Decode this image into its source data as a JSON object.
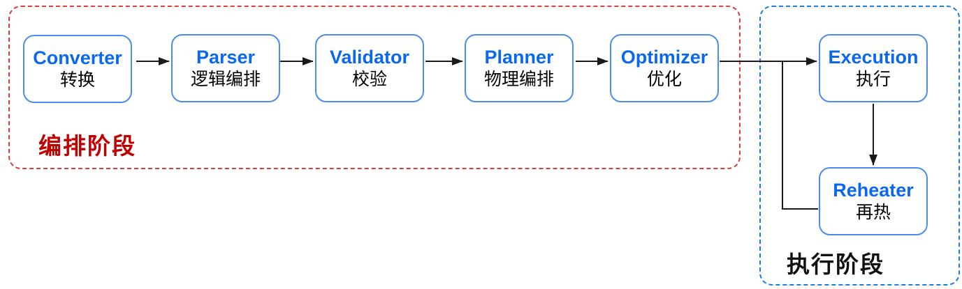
{
  "diagram": {
    "stages": {
      "orchestration": {
        "label": "编排阶段",
        "label_color": "#c00000",
        "border_color": "#dd3c3c",
        "border_style": "dashed"
      },
      "execution": {
        "label": "执行阶段",
        "label_color": "#111111",
        "border_color": "#1b7ce5",
        "border_style": "dashed"
      }
    },
    "nodes": [
      {
        "en": "Converter",
        "zh": "转换",
        "stage": "orchestration"
      },
      {
        "en": "Parser",
        "zh": "逻辑编排",
        "stage": "orchestration"
      },
      {
        "en": "Validator",
        "zh": "校验",
        "stage": "orchestration"
      },
      {
        "en": "Planner",
        "zh": "物理编排",
        "stage": "orchestration"
      },
      {
        "en": "Optimizer",
        "zh": "优化",
        "stage": "orchestration"
      },
      {
        "en": "Execution",
        "zh": "执行",
        "stage": "execution"
      },
      {
        "en": "Reheater",
        "zh": "再热",
        "stage": "execution"
      }
    ],
    "edges": [
      {
        "from": "Converter",
        "to": "Parser",
        "arrowhead": true
      },
      {
        "from": "Parser",
        "to": "Validator",
        "arrowhead": true
      },
      {
        "from": "Validator",
        "to": "Planner",
        "arrowhead": true
      },
      {
        "from": "Planner",
        "to": "Optimizer",
        "arrowhead": true
      },
      {
        "from": "Optimizer",
        "to": "Execution",
        "arrowhead": true
      },
      {
        "from": "Optimizer",
        "to": "Reheater",
        "arrowhead": false,
        "shape": "elbow-branch"
      },
      {
        "from": "Execution",
        "to": "Reheater",
        "arrowhead": true
      }
    ],
    "colors": {
      "node_border": "#4a8cf0",
      "node_title_text": "#0a68f0",
      "node_subtitle_text": "#000000",
      "arrow": "#1a1a1a",
      "background": "#ffffff"
    }
  }
}
